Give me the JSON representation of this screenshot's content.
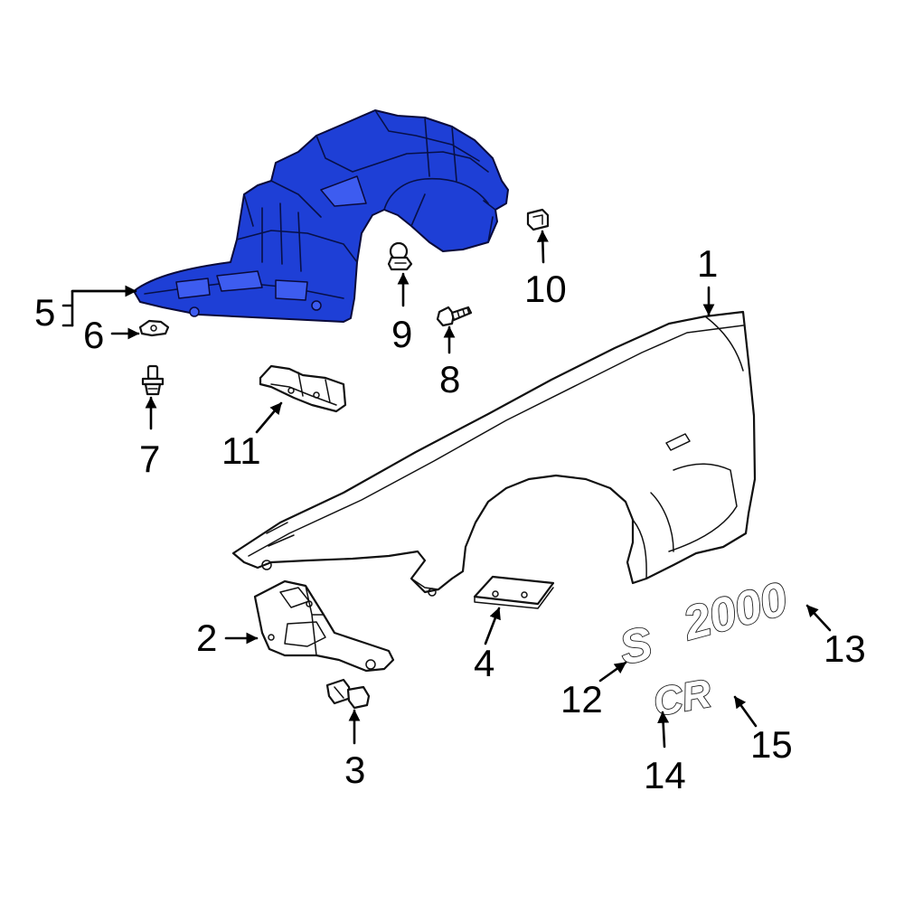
{
  "callouts": {
    "c1": "1",
    "c2": "2",
    "c3": "3",
    "c4": "4",
    "c5": "5",
    "c6": "6",
    "c7": "7",
    "c8": "8",
    "c9": "9",
    "c10": "10",
    "c11": "11",
    "c12": "12",
    "c13": "13",
    "c14": "14",
    "c15": "15"
  },
  "emblems": {
    "model_number": "2000",
    "model_letter": "S",
    "trim": "CR"
  },
  "colors": {
    "highlight": "#1e3fd6",
    "line": "#111111"
  }
}
